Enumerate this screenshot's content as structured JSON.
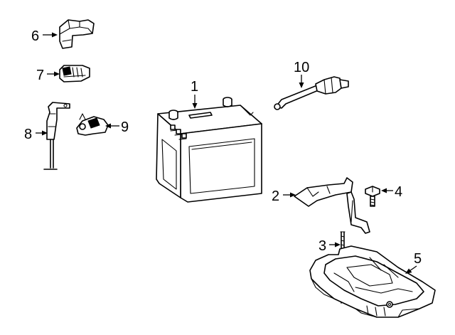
{
  "diagram": {
    "callouts": [
      {
        "id": "1",
        "label": "1",
        "part": "battery"
      },
      {
        "id": "2",
        "label": "2",
        "part": "hold-down-bracket"
      },
      {
        "id": "3",
        "label": "3",
        "part": "hold-down-rod"
      },
      {
        "id": "4",
        "label": "4",
        "part": "bracket-bolt"
      },
      {
        "id": "5",
        "label": "5",
        "part": "battery-tray"
      },
      {
        "id": "6",
        "label": "6",
        "part": "terminal-cover"
      },
      {
        "id": "7",
        "label": "7",
        "part": "terminal-clamp"
      },
      {
        "id": "8",
        "label": "8",
        "part": "hold-down-hook"
      },
      {
        "id": "9",
        "label": "9",
        "part": "cable-clamp"
      },
      {
        "id": "10",
        "label": "10",
        "part": "vent-tube"
      }
    ]
  }
}
